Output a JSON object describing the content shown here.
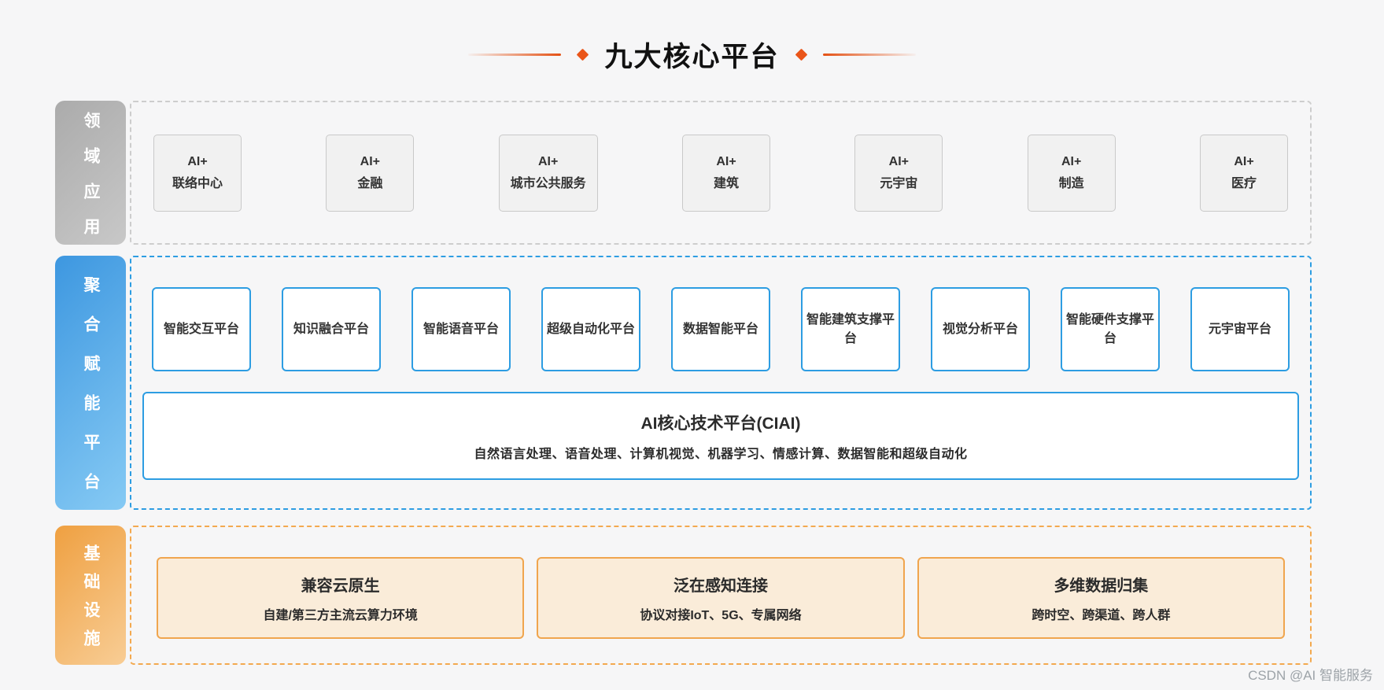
{
  "title": "九大核心平台",
  "watermark": "CSDN @AI 智能服务",
  "colors": {
    "accent_orange": "#e45114",
    "blue_border": "#2d9de2",
    "blue_sidebar_gradient": [
      "#3d97e0",
      "#86caf4"
    ],
    "orange_border": "#f0a54e",
    "orange_sidebar_gradient": [
      "#efa041",
      "#f8cd95"
    ],
    "gray_sidebar": "#b5b5b5",
    "domain_box_bg": "#f1f1f1",
    "infra_box_bg": "#faecd9",
    "page_bg": "#f6f6f7"
  },
  "sections": {
    "domain": {
      "label": "领域应用",
      "boxes": [
        {
          "prefix": "AI+",
          "name": "联络中心"
        },
        {
          "prefix": "AI+",
          "name": "金融"
        },
        {
          "prefix": "AI+",
          "name": "城市公共服务"
        },
        {
          "prefix": "AI+",
          "name": "建筑"
        },
        {
          "prefix": "AI+",
          "name": "元宇宙"
        },
        {
          "prefix": "AI+",
          "name": "制造"
        },
        {
          "prefix": "AI+",
          "name": "医疗"
        }
      ]
    },
    "platform": {
      "label": "聚合赋能平台",
      "boxes": [
        "智能交互平台",
        "知识融合平台",
        "智能语音平台",
        "超级自动化平台",
        "数据智能平台",
        "智能建筑支撑平台",
        "视觉分析平台",
        "智能硬件支撑平台",
        "元宇宙平台"
      ],
      "core": {
        "title": "AI核心技术平台(CIAI)",
        "subtitle": "自然语言处理、语音处理、计算机视觉、机器学习、情感计算、数据智能和超级自动化"
      }
    },
    "infra": {
      "label": "基础设施",
      "boxes": [
        {
          "title": "兼容云原生",
          "subtitle": "自建/第三方主流云算力环境"
        },
        {
          "title": "泛在感知连接",
          "subtitle": "协议对接IoT、5G、专属网络"
        },
        {
          "title": "多维数据归集",
          "subtitle": "跨时空、跨渠道、跨人群"
        }
      ]
    }
  }
}
